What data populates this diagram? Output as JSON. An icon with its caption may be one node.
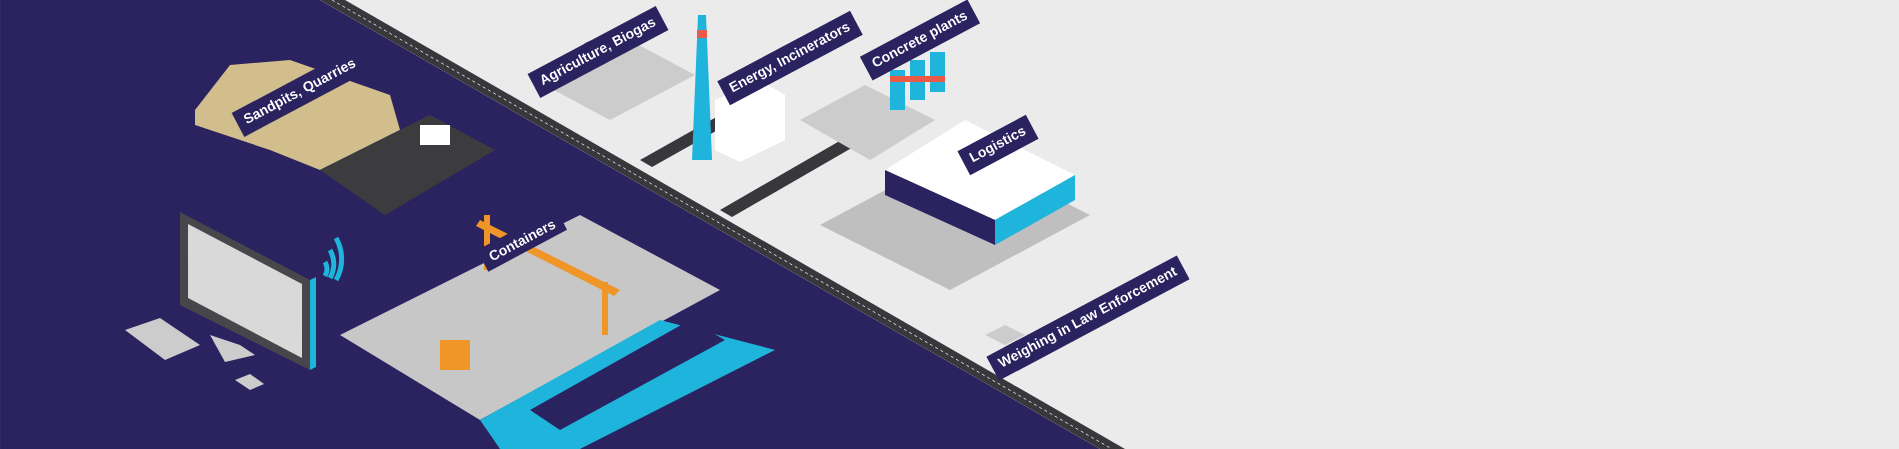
{
  "diagram": {
    "nodes": [
      {
        "text": [
          "Sandpits, Quarries"
        ]
      },
      {
        "text": [
          "Agriculture, Biogas"
        ]
      },
      {
        "text": [
          "Energy, Incinerators"
        ]
      },
      {
        "text": [
          "Concrete plants"
        ]
      },
      {
        "text": [
          "Logistics"
        ]
      },
      {
        "text": [
          "Containers"
        ]
      },
      {
        "text": [
          "Weighing in Law Enforcement"
        ]
      }
    ]
  }
}
